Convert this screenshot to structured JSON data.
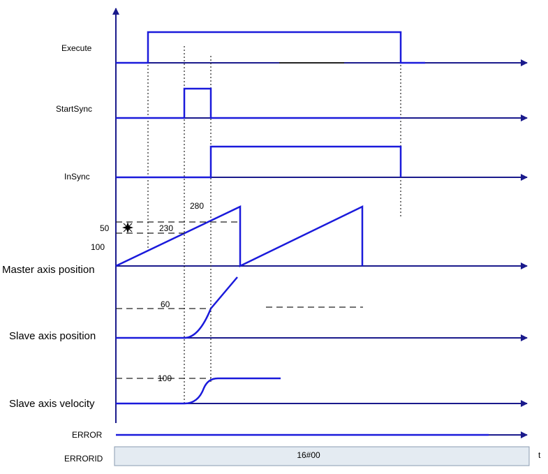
{
  "signals": {
    "execute": "Execute",
    "startsync": "StartSync",
    "insync": "InSync",
    "master_pos": "Master axis position",
    "slave_pos": "Slave axis position",
    "slave_vel": "Slave axis velocity",
    "error": "ERROR",
    "errorid": "ERRORID"
  },
  "values": {
    "v280": "280",
    "v230": "230",
    "v50": "50",
    "v100": "100",
    "v60": "60",
    "v100_vel": "100",
    "errorid_value": "16#00",
    "time_axis": "t"
  },
  "colors": {
    "signal": "#1a1adb",
    "axis": "#1a1a8c",
    "dashed": "#222222",
    "errorid_fill": "#e4ebf2",
    "errorid_stroke": "#8a9bb0"
  }
}
